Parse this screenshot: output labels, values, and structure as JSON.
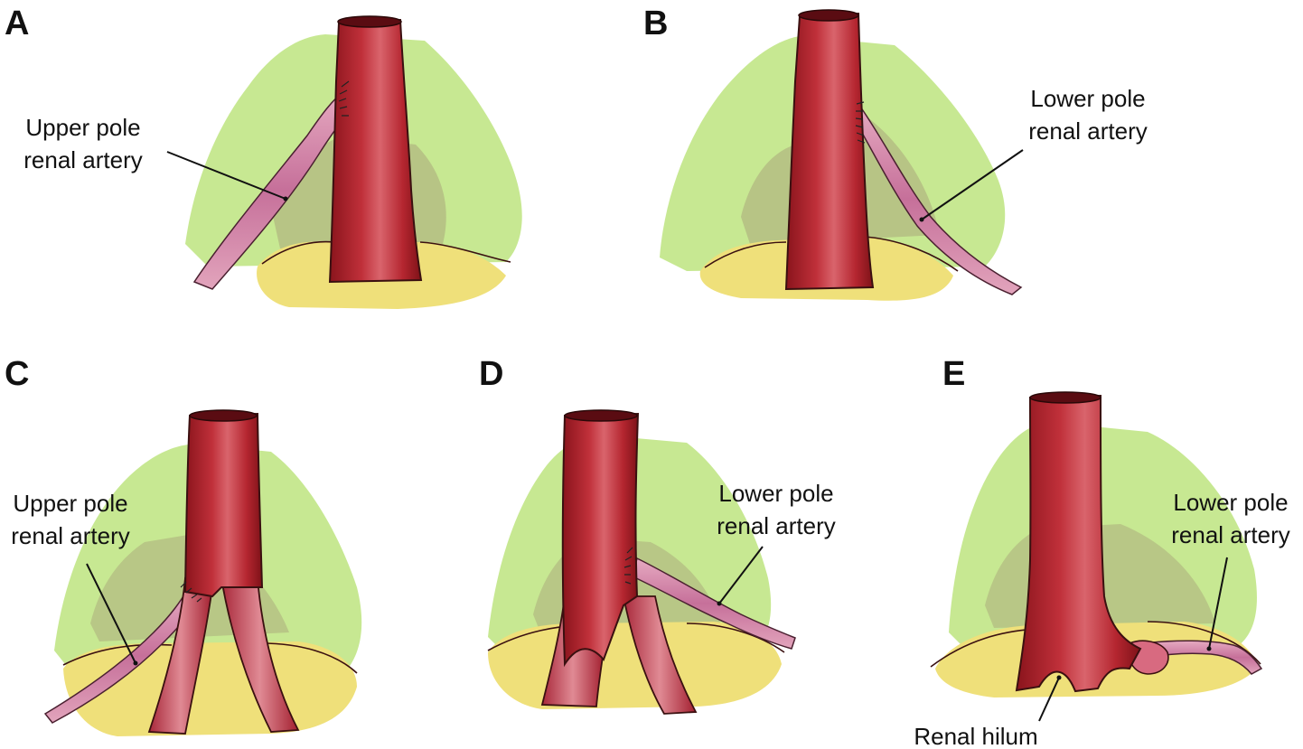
{
  "panels": [
    {
      "id": "A",
      "label": "A",
      "annotations": [
        [
          "Upper pole",
          "renal artery"
        ]
      ]
    },
    {
      "id": "B",
      "label": "B",
      "annotations": [
        [
          "Lower pole",
          "renal artery"
        ]
      ]
    },
    {
      "id": "C",
      "label": "C",
      "annotations": [
        [
          "Upper pole",
          "renal artery"
        ]
      ]
    },
    {
      "id": "D",
      "label": "D",
      "annotations": [
        [
          "Lower pole",
          "renal artery"
        ]
      ]
    },
    {
      "id": "E",
      "label": "E",
      "annotations": [
        [
          "Lower pole",
          "renal artery"
        ],
        [
          "Renal hilum"
        ]
      ]
    }
  ],
  "colors": {
    "trunk": "#b3222b",
    "trunk_dark": "#7e1218",
    "trunk_light": "#d65a64",
    "branch": "#c88aa0",
    "branch_light": "#e9b3c8",
    "green": "#b9e07c",
    "olive": "#a7a576",
    "yellow": "#efe07a"
  }
}
